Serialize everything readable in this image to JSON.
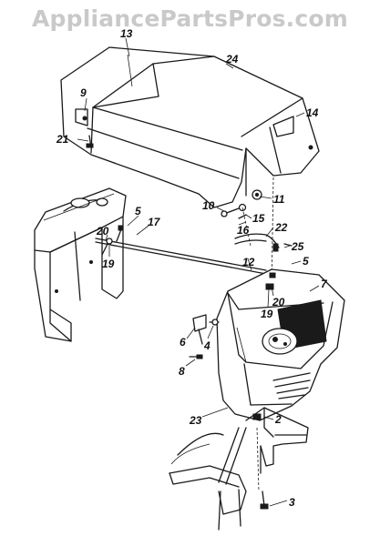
{
  "watermark": "AppliancePartsPros.com",
  "callouts": [
    {
      "id": "c13",
      "text": "13"
    },
    {
      "id": "c24",
      "text": "24"
    },
    {
      "id": "c9",
      "text": "9"
    },
    {
      "id": "c14",
      "text": "14"
    },
    {
      "id": "c21",
      "text": "21"
    },
    {
      "id": "c11",
      "text": "11"
    },
    {
      "id": "c10",
      "text": "10"
    },
    {
      "id": "c15",
      "text": "15"
    },
    {
      "id": "c16",
      "text": "16"
    },
    {
      "id": "c22",
      "text": "22"
    },
    {
      "id": "c5a",
      "text": "5"
    },
    {
      "id": "c17",
      "text": "17"
    },
    {
      "id": "c20a",
      "text": "20"
    },
    {
      "id": "c19a",
      "text": "19"
    },
    {
      "id": "c25",
      "text": "25"
    },
    {
      "id": "c12",
      "text": "12"
    },
    {
      "id": "c5b",
      "text": "5"
    },
    {
      "id": "c7",
      "text": "7"
    },
    {
      "id": "c20b",
      "text": "20"
    },
    {
      "id": "c19b",
      "text": "19"
    },
    {
      "id": "c6",
      "text": "6"
    },
    {
      "id": "c4",
      "text": "4"
    },
    {
      "id": "c8",
      "text": "8"
    },
    {
      "id": "c23",
      "text": "23"
    },
    {
      "id": "c2",
      "text": "2"
    },
    {
      "id": "c3",
      "text": "3"
    }
  ]
}
